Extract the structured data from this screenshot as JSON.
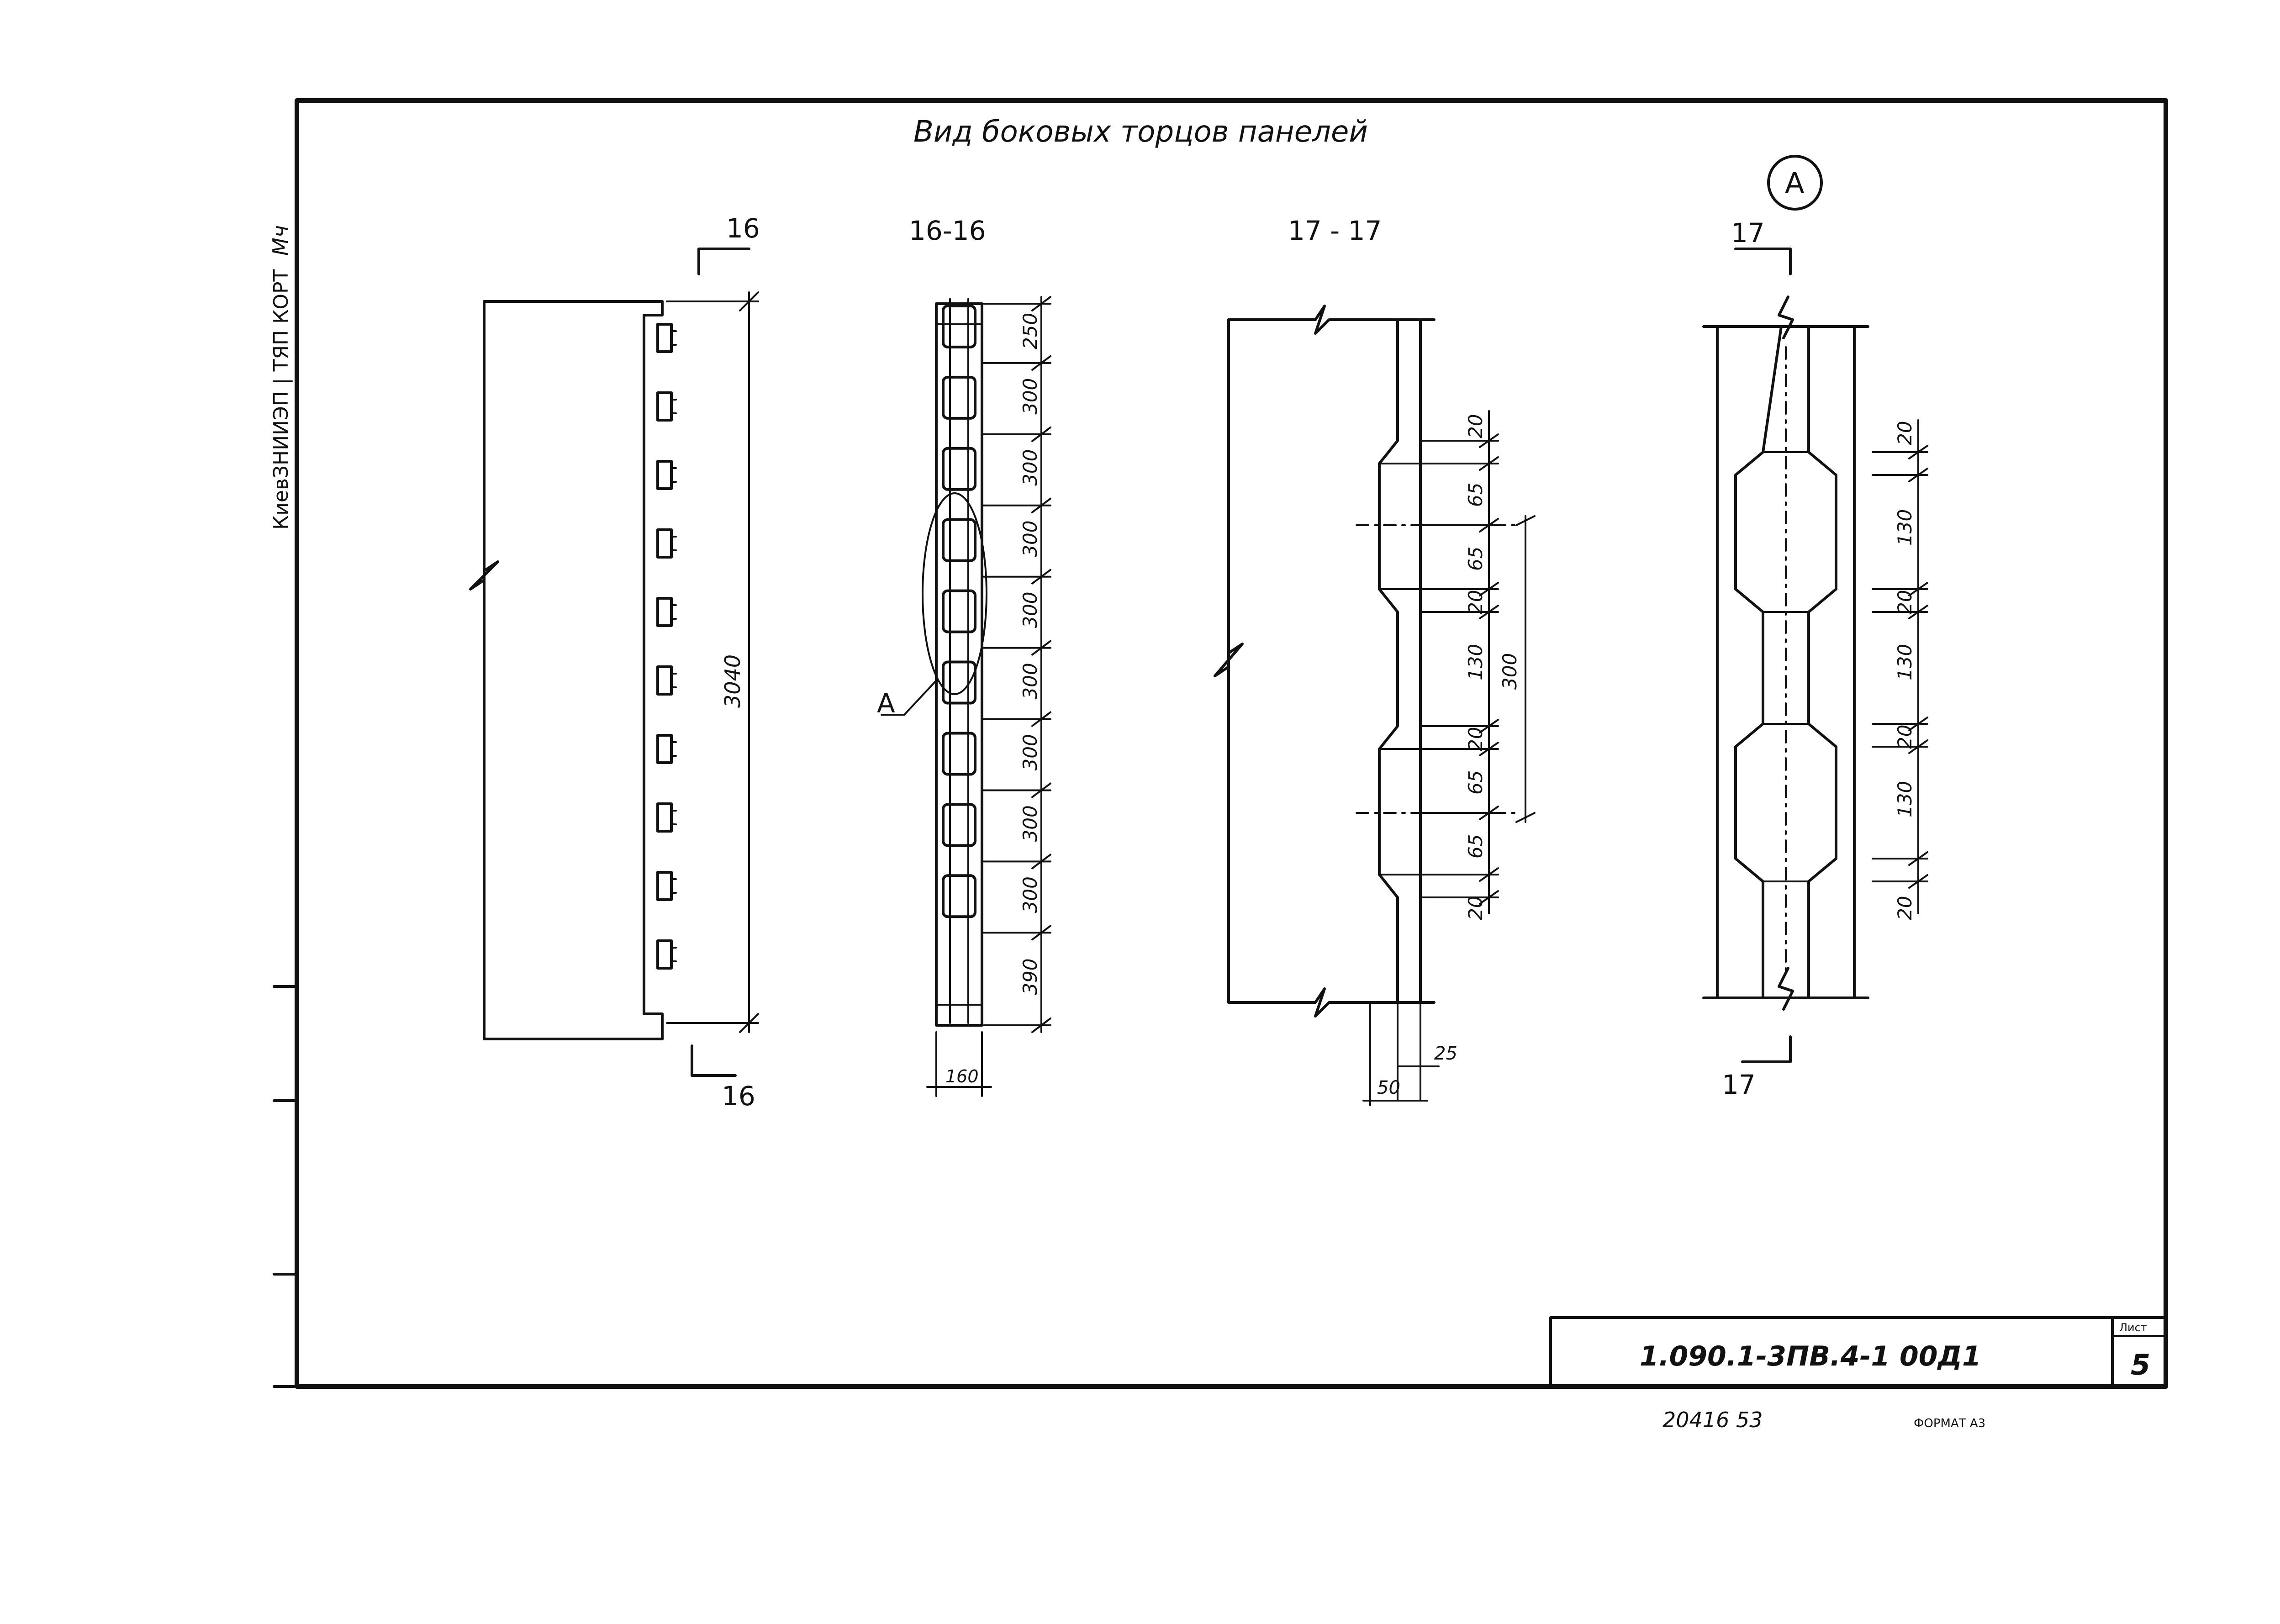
{
  "title": "Вид боковых торцов панелей",
  "side_stamp": "КиевЗНИИЭП | ТЯП КОРТ",
  "side_sign": "Мч",
  "sections": {
    "s16_top": "16",
    "s16_bottom": "16",
    "s16_16": "16-16",
    "s17_17": "17 - 17",
    "s17_top": "17",
    "s17_bottom": "17",
    "node_a": "A",
    "callout_a": "A"
  },
  "dims": {
    "height_total": "3040",
    "stack": [
      "250",
      "300",
      "300",
      "300",
      "300",
      "300",
      "300",
      "300",
      "300",
      "390"
    ],
    "width_160": "160",
    "s17": {
      "d1": "20",
      "d2": "65",
      "d3": "65",
      "d4": "20",
      "d5": "130",
      "d6": "20",
      "d7": "65",
      "d8": "65",
      "d9": "20",
      "pitch": "300",
      "w25": "25",
      "w50": "50"
    },
    "node": {
      "d1": "20",
      "d2": "130",
      "d3": "20",
      "d4": "130",
      "d5": "20",
      "d6": "130",
      "d7": "20"
    }
  },
  "title_block": {
    "code": "1.090.1-3ПВ.4-1  00Д1",
    "sheet_label": "Лист",
    "sheet_no": "5"
  },
  "footer": {
    "archive": "20416  53",
    "format": "ФОРМАТ А3"
  }
}
